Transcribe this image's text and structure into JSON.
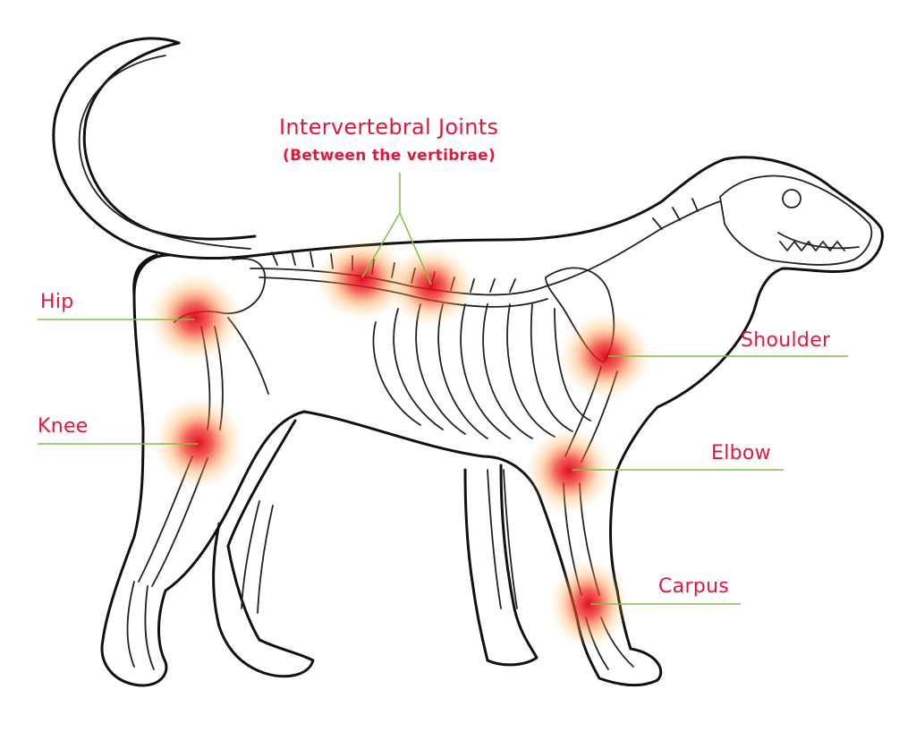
{
  "labels": {
    "intervertebral_title": "Intervertebral Joints",
    "intervertebral_sub": "(Between the vertibrae)",
    "hip": "Hip",
    "knee": "Knee",
    "shoulder": "Shoulder",
    "elbow": "Elbow",
    "carpus": "Carpus"
  },
  "colors": {
    "label": "#e3173b",
    "leader_line": "#7cc142",
    "highlight_core": "#e0001b",
    "highlight_glow": "#ff9a3c",
    "outline": "#111111"
  },
  "icons": {
    "figure": "dog-skeleton-diagram",
    "highlight": "joint-inflammation-glow"
  }
}
